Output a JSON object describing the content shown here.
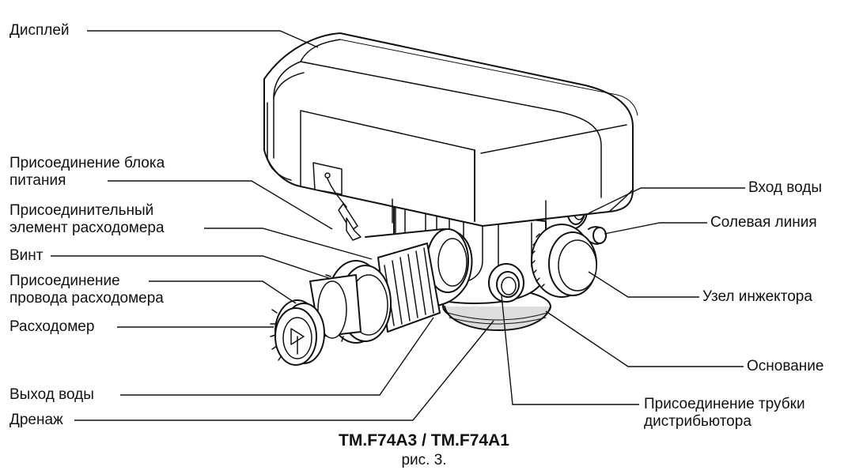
{
  "labels": {
    "display": "Дисплей",
    "power_1": "Присоединение блока",
    "power_2": "питания",
    "fm_element_1": "Присоединительный",
    "fm_element_2": "элемент расходомера",
    "screw": "Винт",
    "fm_wire_1": "Присоединение",
    "fm_wire_2": "провода расходомера",
    "flowmeter": "Расходомер",
    "water_out": "Выход воды",
    "drain": "Дренаж",
    "water_in": "Вход воды",
    "brine": "Солевая линия",
    "injector": "Узел инжектора",
    "base": "Основание",
    "distributor_1": "Присоединение трубки",
    "distributor_2": "дистрибьютора"
  },
  "caption": {
    "model": "TM.F74A3 / TM.F74A1",
    "figure": "рис. 3."
  }
}
